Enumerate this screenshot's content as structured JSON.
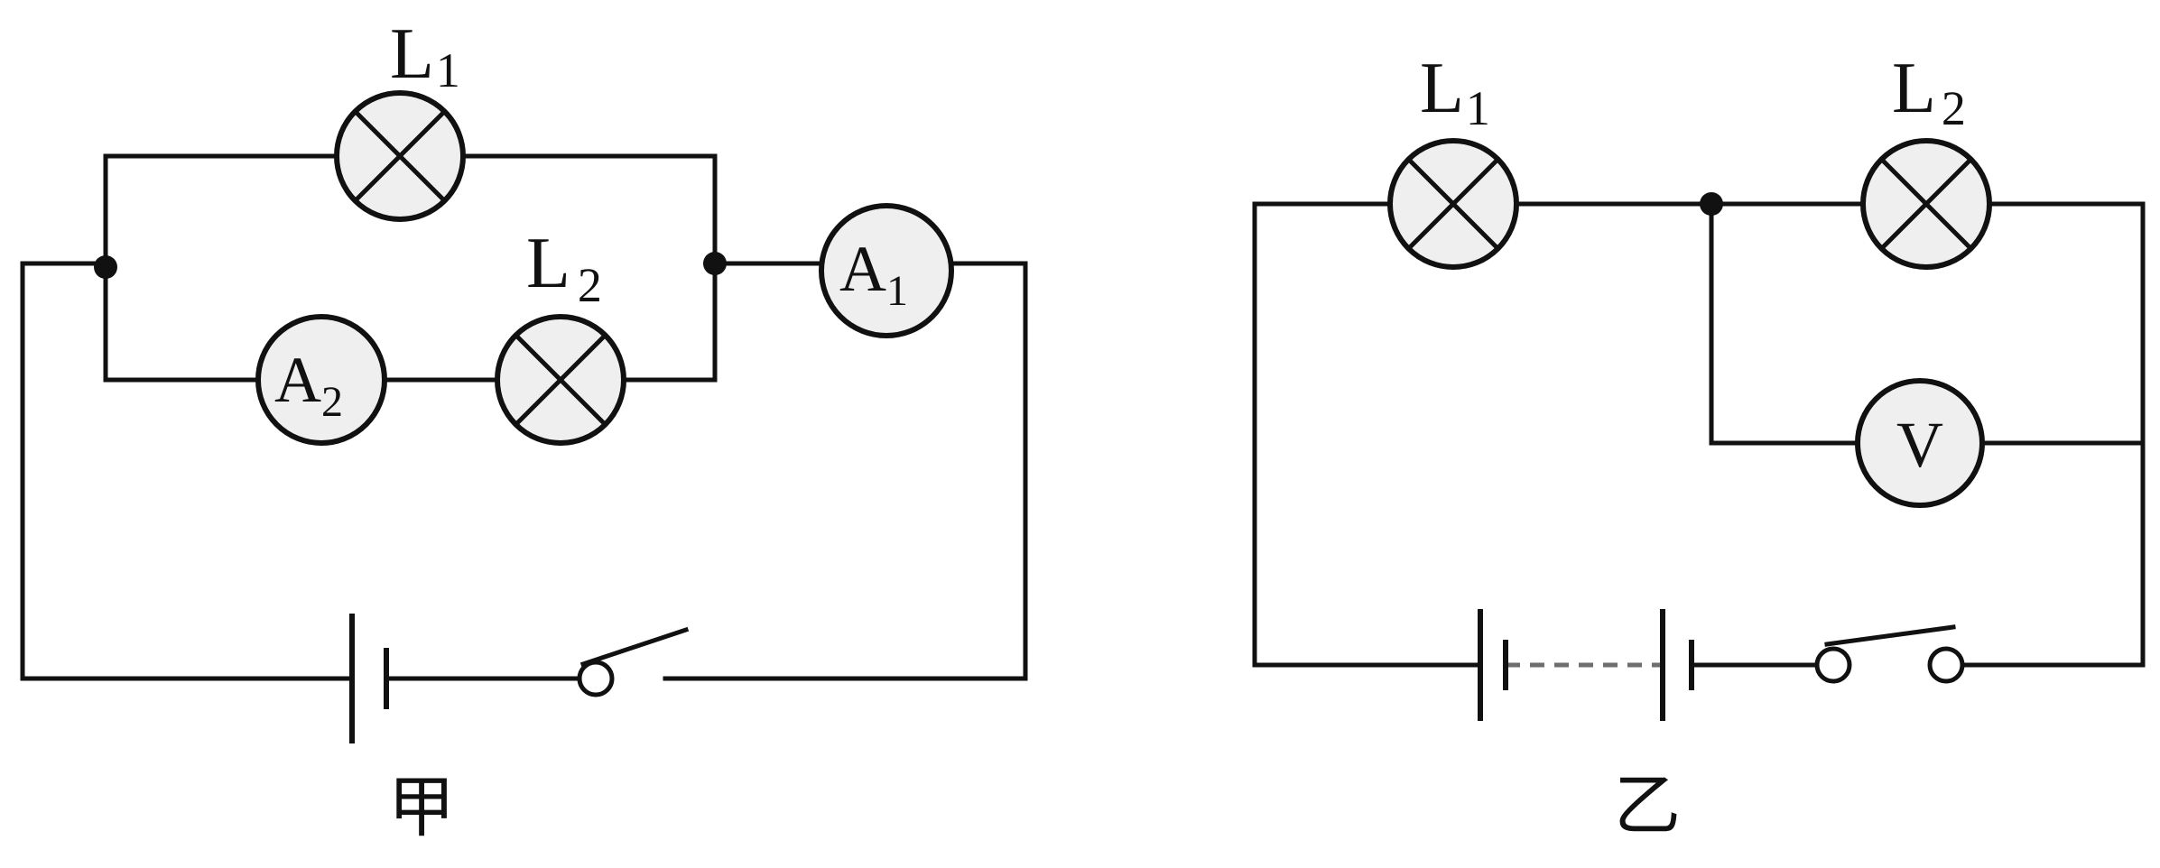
{
  "circuit_jia": {
    "caption": "甲",
    "lamp_1": {
      "letter": "L",
      "sub": "1"
    },
    "lamp_2": {
      "letter": "L",
      "sub": "2"
    },
    "ammeter_1": {
      "letter": "A",
      "sub": "1"
    },
    "ammeter_2": {
      "letter": "A",
      "sub": "2"
    }
  },
  "circuit_yi": {
    "caption": "乙",
    "lamp_1": {
      "letter": "L",
      "sub": "1"
    },
    "lamp_2": {
      "letter": "L",
      "sub": "2"
    },
    "voltmeter": {
      "letter": "V"
    }
  }
}
